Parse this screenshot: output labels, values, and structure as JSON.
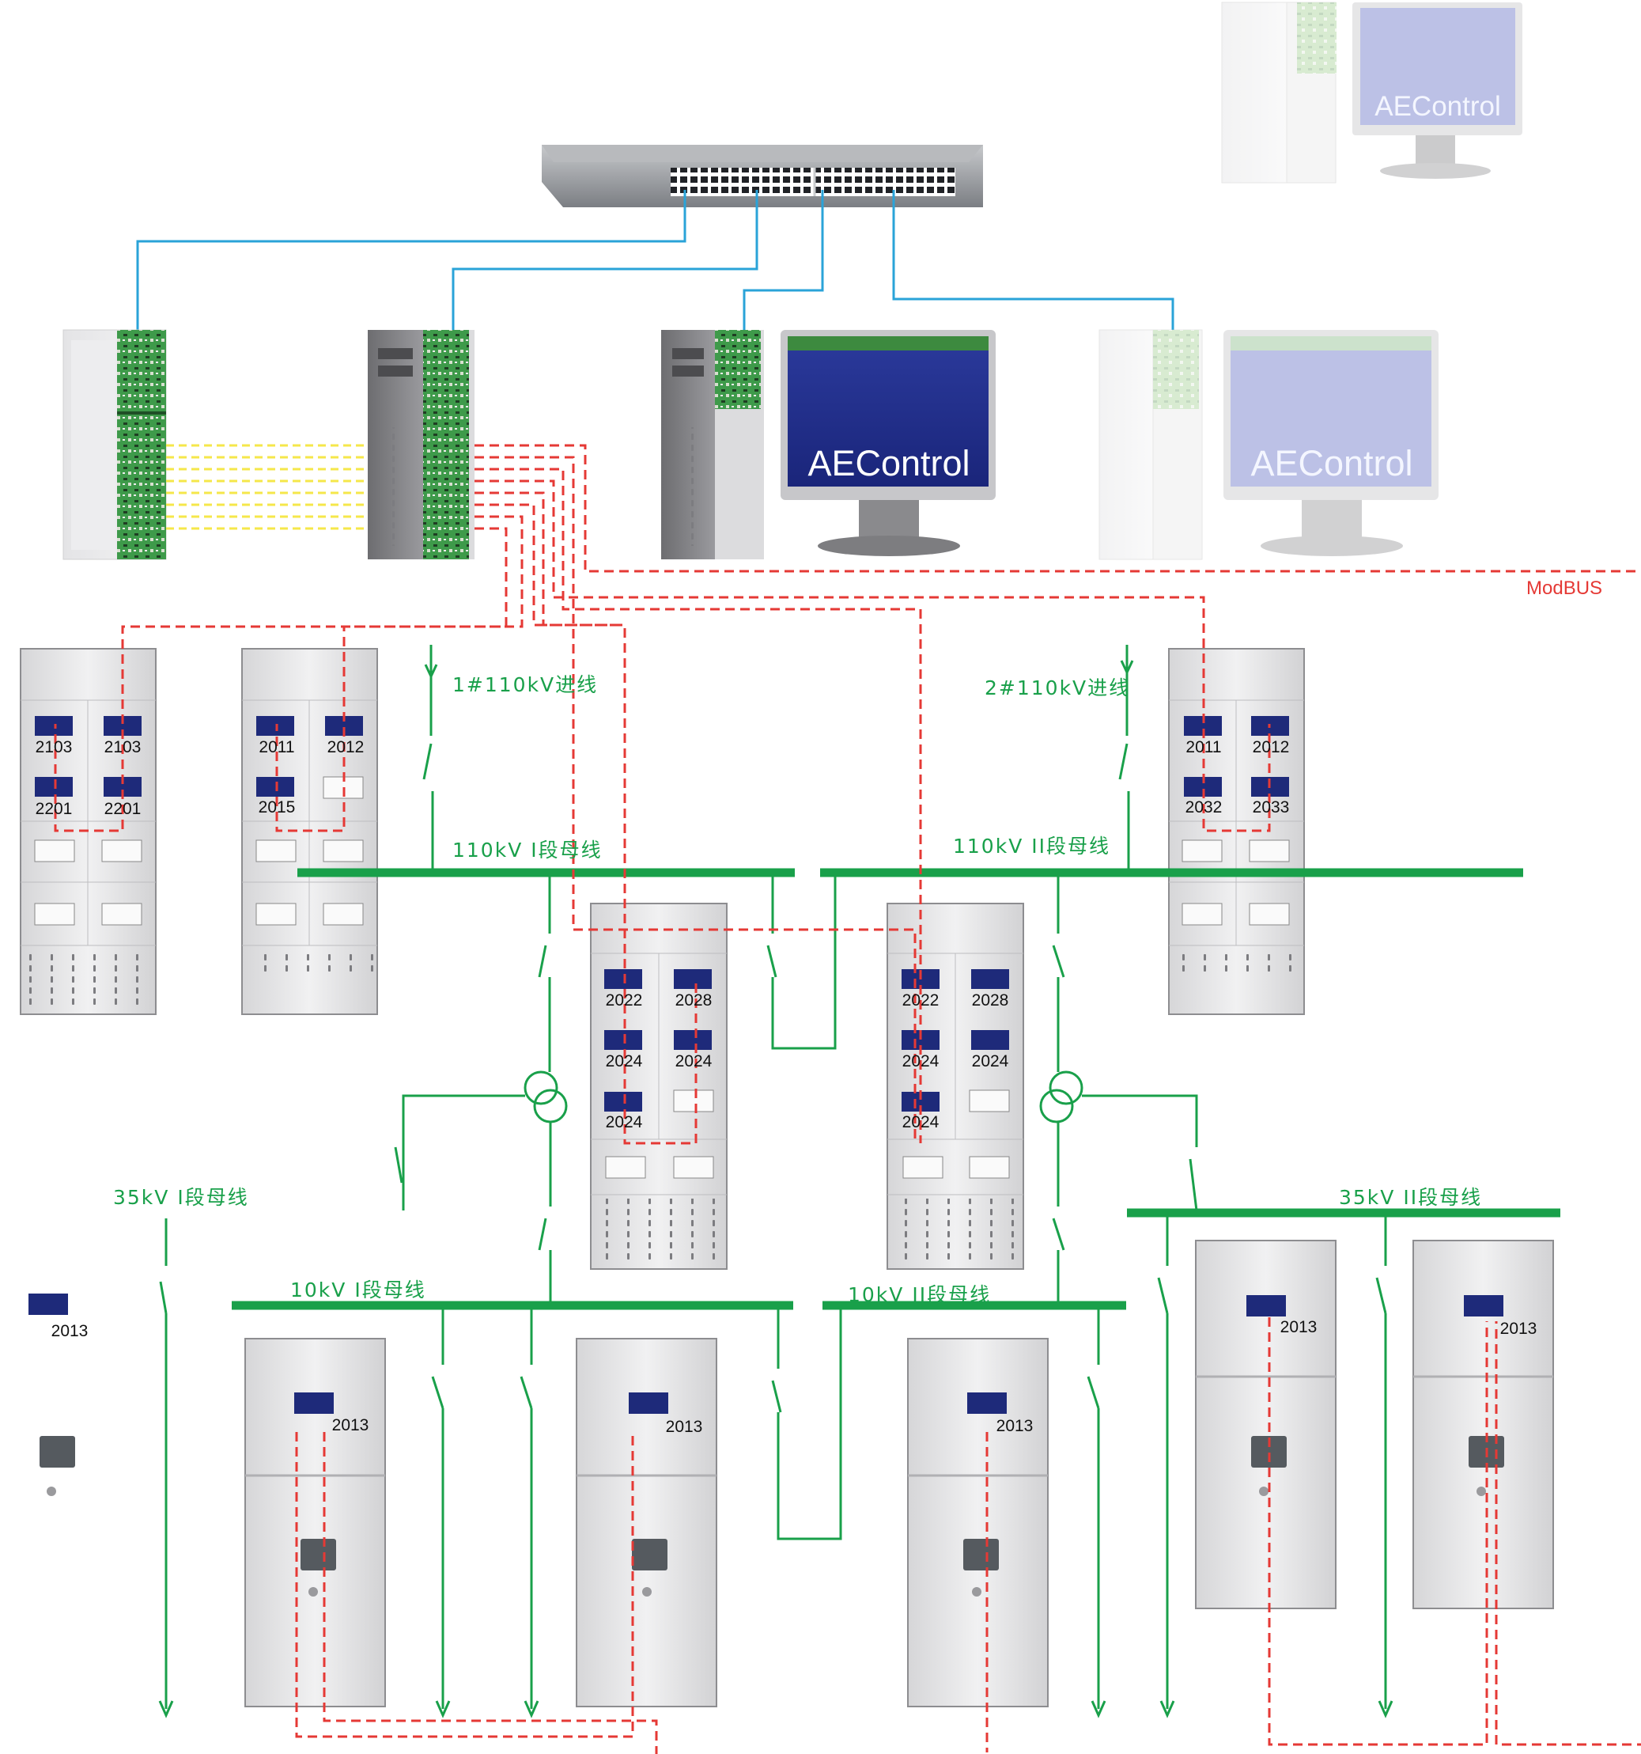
{
  "bus_labels": {
    "in1": "1#110kV进线",
    "in2": "2#110kV进线",
    "b110_1": "110kV I段母线",
    "b110_2": "110kV II段母线",
    "b35_1": "35kV I段母线",
    "b35_2": "35kV II段母线",
    "b10_1": "10kV I段母线",
    "b10_2": "10kV II段母线"
  },
  "modbus_label": "ModBUS",
  "brand": "AEControl",
  "cabinet_a": {
    "d1": "2103",
    "d2": "2103",
    "d3": "2201",
    "d4": "2201"
  },
  "cabinet_b": {
    "d1": "2011",
    "d2": "2012",
    "d3": "2015"
  },
  "cabinet_c": {
    "d1": "2011",
    "d2": "2012",
    "d3": "2032",
    "d4": "2033"
  },
  "cabinet_d": {
    "d1": "2022",
    "d2": "2028",
    "d3": "2024",
    "d4": "2024",
    "d5": "2024"
  },
  "cabinet_e": {
    "d1": "2022",
    "d2": "2028",
    "d3": "2024",
    "d4": "2024",
    "d5": "2024"
  },
  "standalone_device": "2013",
  "ll_cabinets": [
    "2013",
    "2013",
    "2013"
  ],
  "right_cabinets": [
    "2013",
    "2013"
  ],
  "colors": {
    "bus_green": "#19a04a",
    "modbus_red": "#e53935",
    "ethernet_blue": "#2aa3d8",
    "signal_yellow": "#f5e74a",
    "screen_blue": "#24338f",
    "cabinet_gray": "#e7e7e9"
  }
}
